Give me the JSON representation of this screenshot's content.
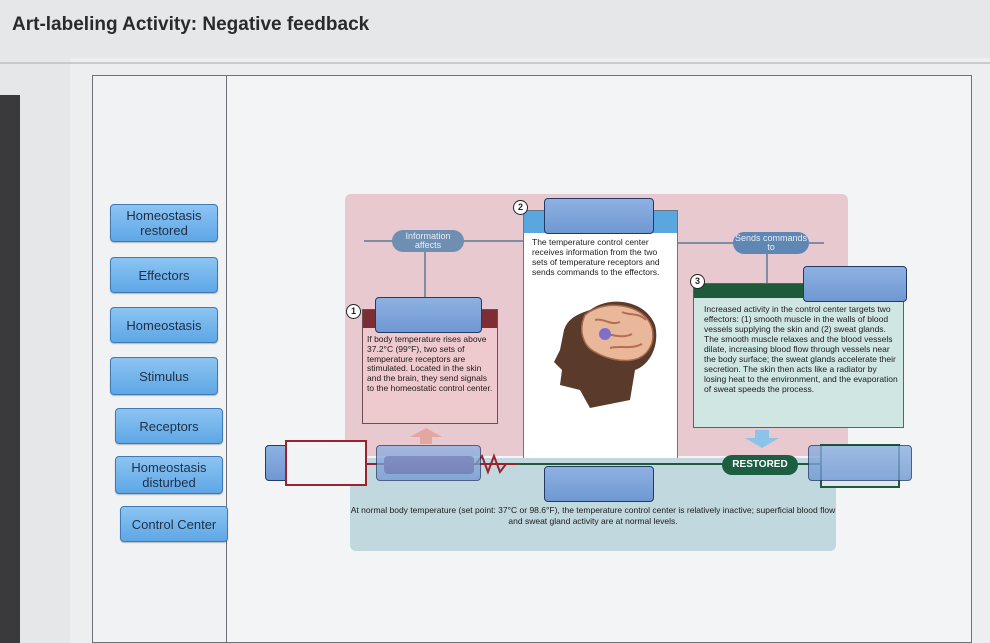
{
  "header": {
    "title": "Art-labeling Activity: Negative feedback"
  },
  "labels": [
    "Homeostasis restored",
    "Effectors",
    "Homeostasis",
    "Stimulus",
    "Receptors",
    "Homeostasis disturbed",
    "Control Center"
  ],
  "diagram": {
    "pill_info": "Information affects",
    "pill_send": "Sends commands to",
    "badge_1": "1",
    "badge_2": "2",
    "badge_3": "3",
    "control_text": "The temperature control center receives information from the two sets of temperature receptors and sends commands to the effectors.",
    "receptor_text": "If body temperature rises above 37.2°C (99°F), two sets of temperature receptors are stimulated. Located in the skin and the brain, they send signals to the homeostatic control center.",
    "effector_text": "Increased activity in the control center targets two effectors: (1) smooth muscle in the walls of blood vessels supplying the skin and (2) sweat glands. The smooth muscle relaxes and the blood vessels dilate, increasing blood flow through vessels near the body surface; the sweat glands accelerate their secretion. The skin then acts like a radiator by losing heat to the environment, and the evaporation of sweat speeds the process.",
    "restored_label": "RESTORED",
    "bottom_text": "At normal body temperature (set point: 37°C or 98.6°F), the temperature control center is relatively inactive; superficial blood flow and sweat gland activity are at normal levels."
  },
  "colors": {
    "label_button": "#5ea7e6",
    "receptor_bar": "#7c2e34",
    "control_bar": "#5aa7df",
    "effector_bar": "#1f5a3a",
    "pink_bg": "#e8c9cf",
    "bottom_bg": "#c1d8de"
  }
}
